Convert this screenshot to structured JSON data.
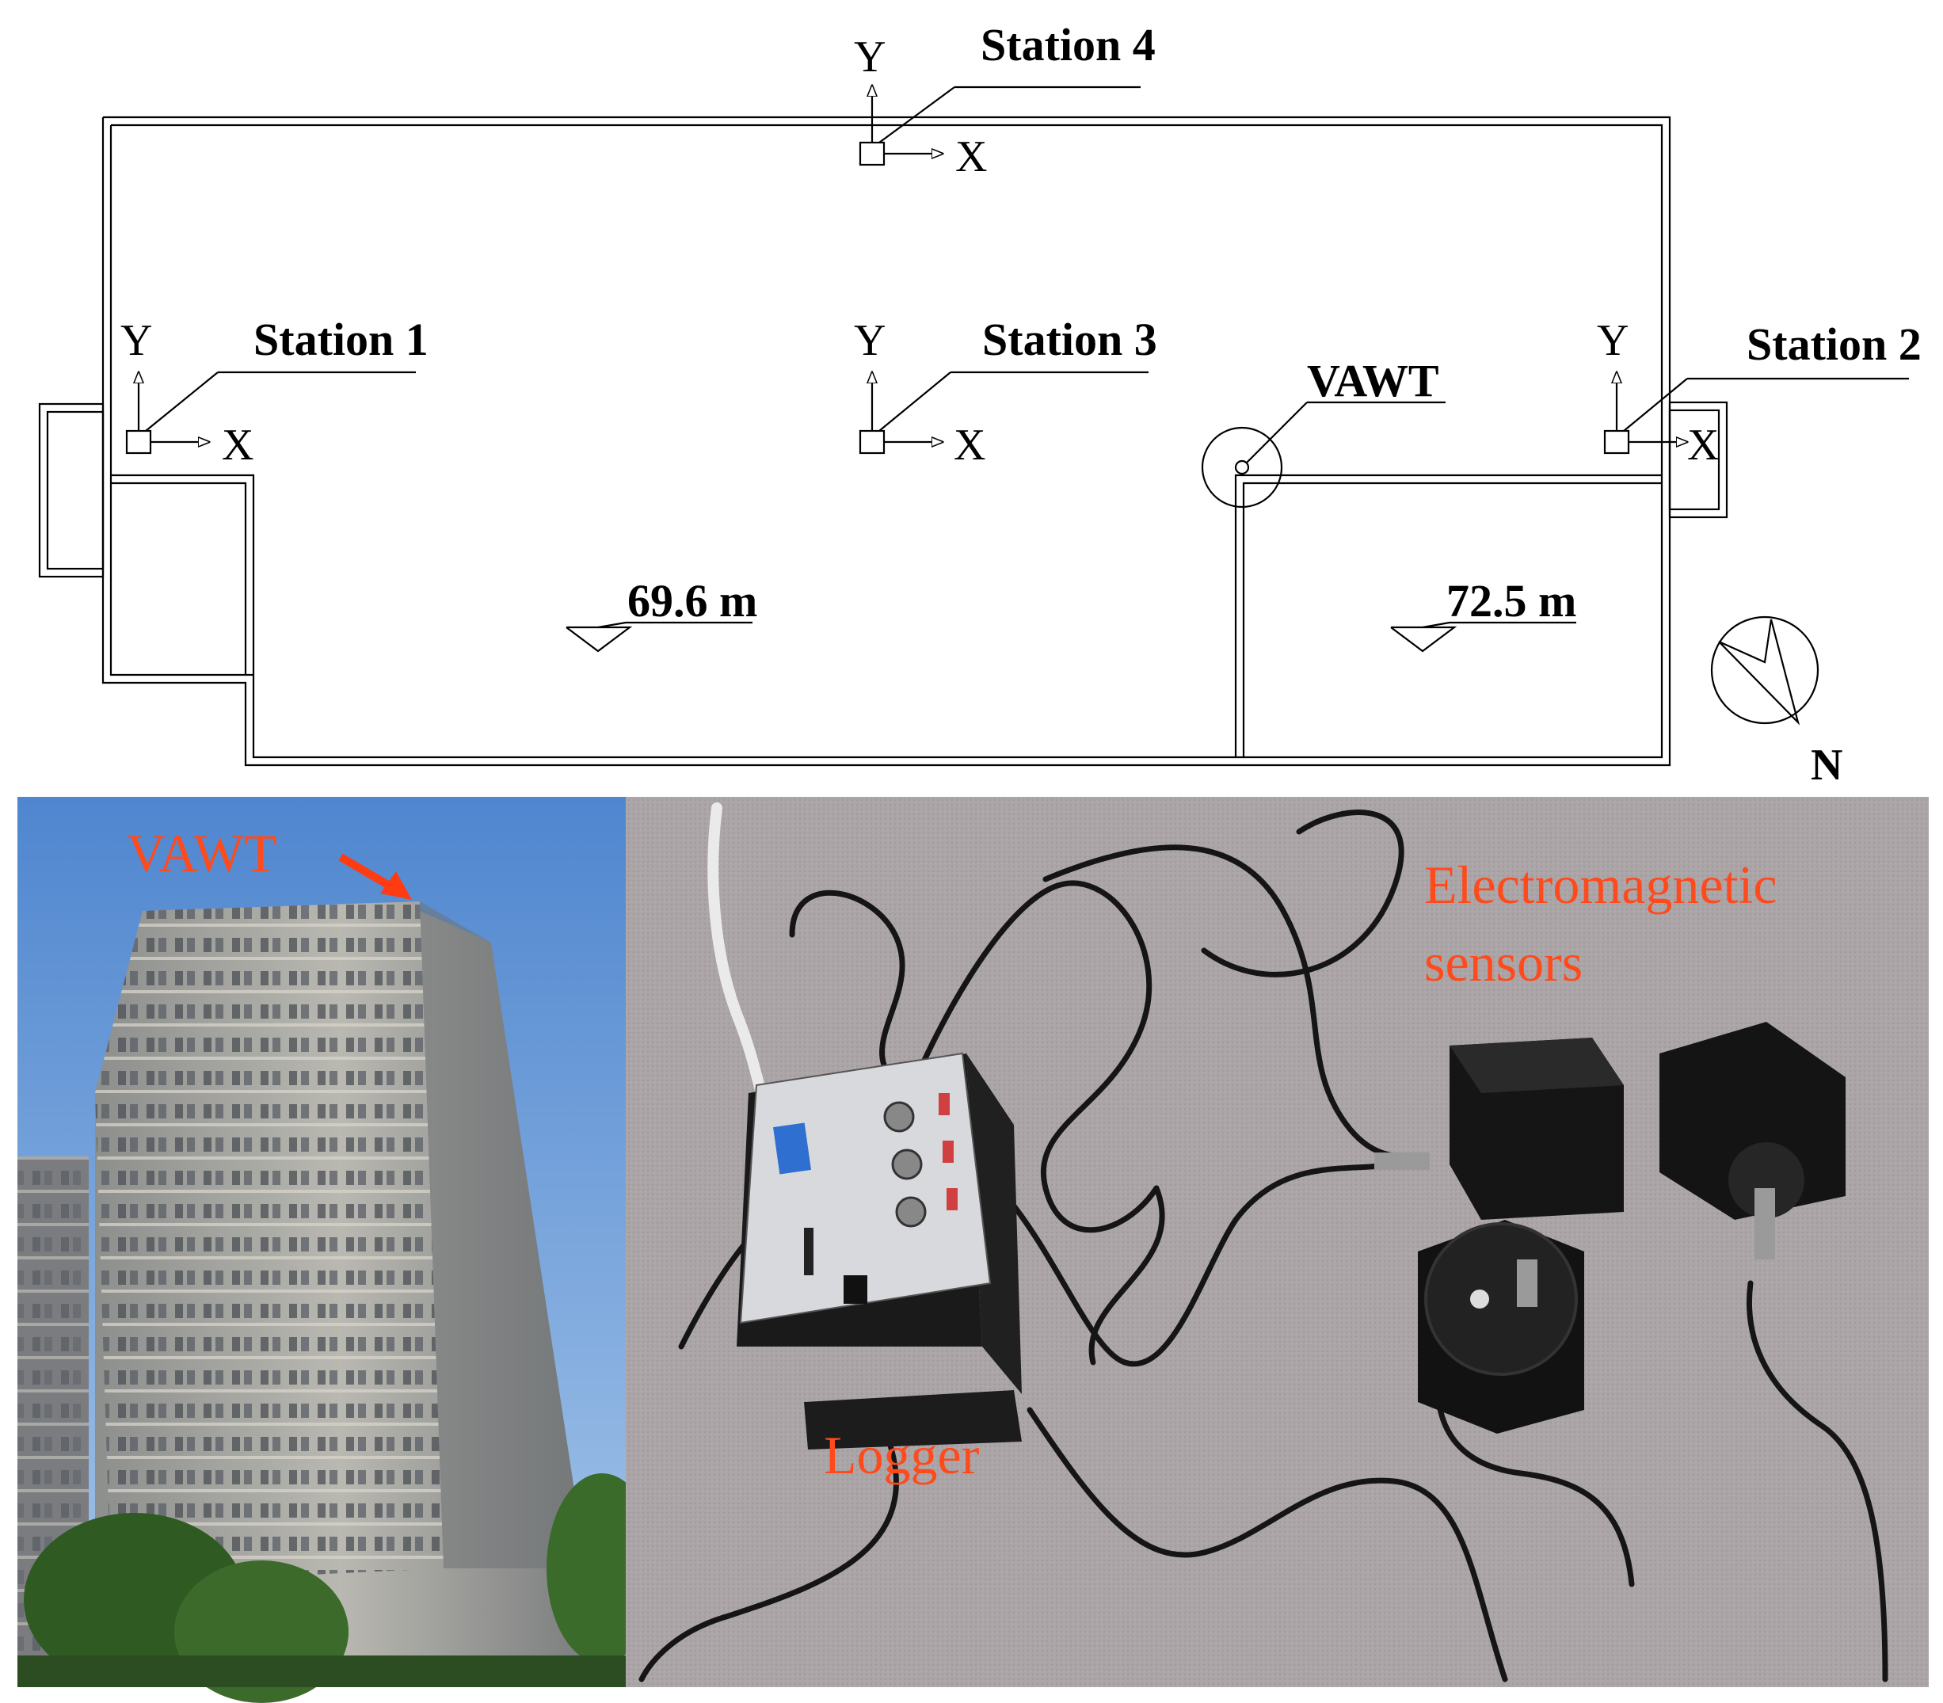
{
  "plan": {
    "stations": [
      {
        "label": "Station 4",
        "axis_x": "X",
        "axis_y": "Y"
      },
      {
        "label": "Station 1",
        "axis_x": "X",
        "axis_y": "Y"
      },
      {
        "label": "Station 3",
        "axis_x": "X",
        "axis_y": "Y"
      },
      {
        "label": "Station 2",
        "axis_x": "X",
        "axis_y": "Y"
      }
    ],
    "vawt_label": "VAWT",
    "elevations": [
      "69.6 m",
      "72.5 m"
    ],
    "north_label": "N"
  },
  "photo_building": {
    "vawt_label": "VAWT",
    "label_color": "#ff4a1c",
    "sky_color": "#6f9fd8"
  },
  "photo_equipment": {
    "logger_label": "Logger",
    "sensors_label_line1": "Electromagnetic",
    "sensors_label_line2": "sensors",
    "label_color": "#ff4a1c",
    "carpet_color": "#a9a3a6"
  }
}
